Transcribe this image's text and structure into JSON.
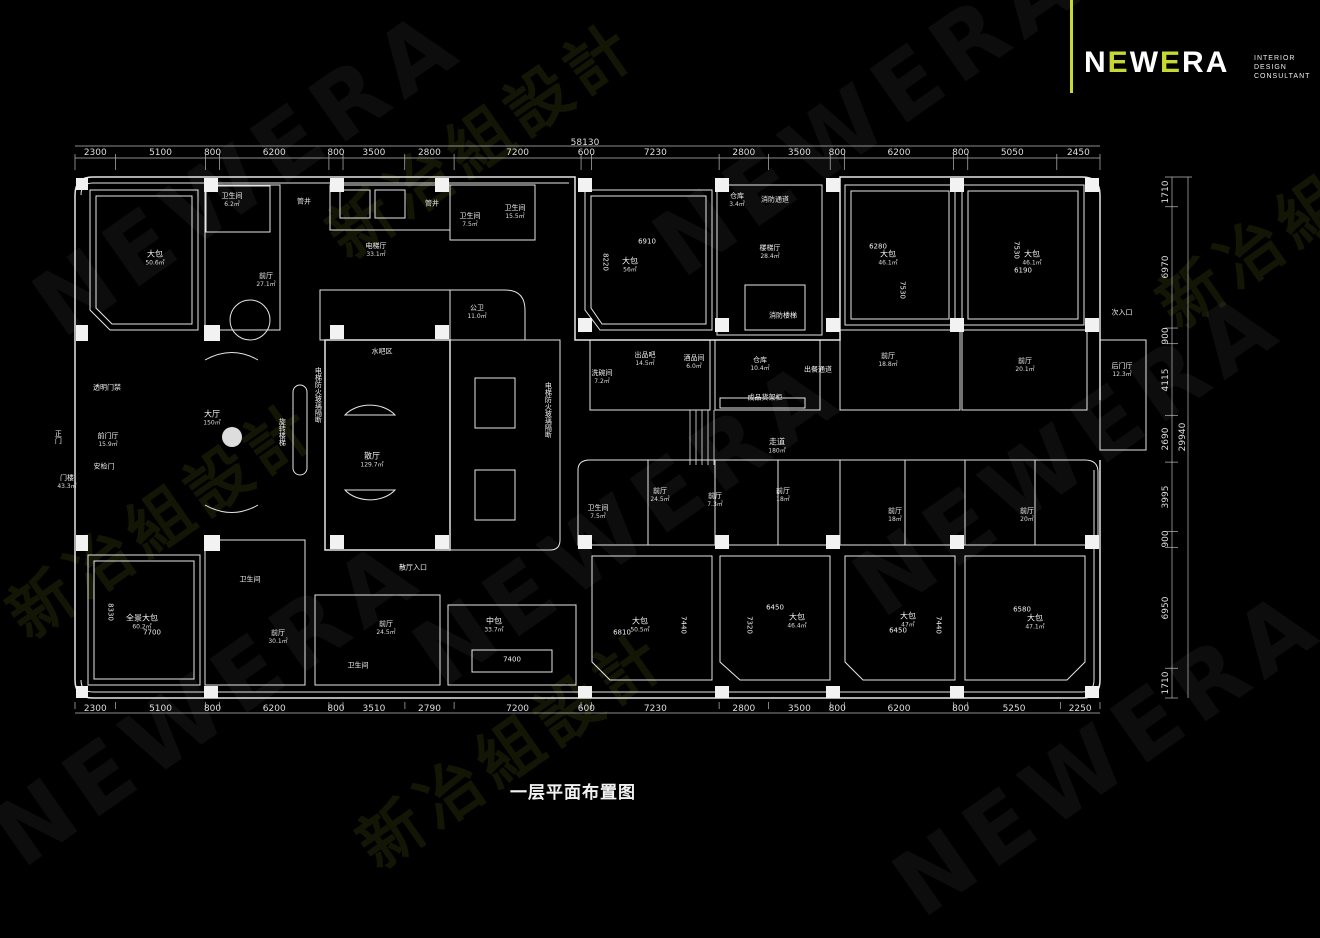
{
  "logo": {
    "brand": "NEWERA",
    "tagline": [
      "INTERIOR",
      "DESIGN",
      "CONSULTANT"
    ]
  },
  "watermark": {
    "cn": "新冶組設計",
    "en": "NEWERA",
    "sub": "INTERIOR DESIGN CONSULTANT"
  },
  "title": "一层平面布置图",
  "dimensions": {
    "total_width": "58130",
    "total_height": "29940",
    "top": [
      "2300",
      "5100",
      "800",
      "6200",
      "800",
      "3500",
      "2800",
      "7200",
      "600",
      "7230",
      "2800",
      "3500",
      "800",
      "6200",
      "800",
      "5050",
      "2450"
    ],
    "bottom": [
      "2300",
      "5100",
      "800",
      "6200",
      "800",
      "3510",
      "2790",
      "7200",
      "600",
      "7230",
      "2800",
      "3500",
      "800",
      "6200",
      "800",
      "5250",
      "2250"
    ],
    "right": [
      "1710",
      "6970",
      "900",
      "4115",
      "2690",
      "3995",
      "900",
      "6950",
      "1710"
    ]
  },
  "rooms": {
    "vip_nw": {
      "name": "大包",
      "area": "50.6㎡"
    },
    "wc_nw": {
      "name": "卫生间",
      "area": "6.2㎡"
    },
    "foyer_nw": {
      "name": "前厅",
      "area": "27.1㎡"
    },
    "shaft1": {
      "name": "管井"
    },
    "shaft2": {
      "name": "管井"
    },
    "elevator_hall": {
      "name": "电梯厅",
      "area": "33.1㎡"
    },
    "wc_n1": {
      "name": "卫生间",
      "area": "7.5㎡"
    },
    "wc_n2": {
      "name": "卫生间",
      "area": "15.5㎡"
    },
    "vip_n": {
      "name": "大包",
      "area": "56㎡",
      "w": "6910",
      "d": "8220"
    },
    "store_small": {
      "name": "仓库",
      "area": "3.4㎡"
    },
    "fire_passage": {
      "name": "消防通道"
    },
    "stair_hall": {
      "name": "楼梯厅",
      "area": "28.4㎡"
    },
    "fire_stair": {
      "name": "消防楼梯"
    },
    "vip_ne1": {
      "name": "大包",
      "area": "46.1㎡",
      "w": "6280",
      "d": "7530"
    },
    "vip_ne2": {
      "name": "大包",
      "area": "46.1㎡",
      "w": "6190",
      "d": "7530"
    },
    "public_wc": {
      "name": "公卫",
      "area": "11.0㎡"
    },
    "water_bar": {
      "name": "水吧区"
    },
    "glass_partition": {
      "name": "电梯防火玻璃隔断"
    },
    "lobby": {
      "name": "大厅",
      "area": "150㎡"
    },
    "front_hall": {
      "name": "前门厅",
      "area": "15.9㎡"
    },
    "clear_door": {
      "name": "透明门禁"
    },
    "security_door": {
      "name": "安检门"
    },
    "gatehouse": {
      "name": "门楼",
      "area": "43.3㎡"
    },
    "main_entry": {
      "name": "正门"
    },
    "spiral_stair": {
      "name": "旋转楼梯"
    },
    "dining_hall": {
      "name": "散厅",
      "area": "129.7㎡"
    },
    "hall_entry": {
      "name": "散厅入口"
    },
    "dishwash": {
      "name": "洗碗间",
      "area": "7.2㎡"
    },
    "serving_bar": {
      "name": "出品吧",
      "area": "14.5㎡"
    },
    "wine_room": {
      "name": "酒品间",
      "area": "6.0㎡"
    },
    "store": {
      "name": "仓库",
      "area": "10.4㎡"
    },
    "serving_passage": {
      "name": "出餐通道"
    },
    "shelf": {
      "name": "成品货架柜"
    },
    "corridor": {
      "name": "走道",
      "area": "180㎡"
    },
    "rear_hall": {
      "name": "后门厅",
      "area": "12.3㎡"
    },
    "secondary_entry": {
      "name": "次入口"
    },
    "foyer_c1": {
      "name": "前厅",
      "area": "24.5㎡"
    },
    "wc_c1": {
      "name": "卫生间",
      "area": "7.5㎡"
    },
    "foyer_c2": {
      "name": "前厅",
      "area": "7.3㎡"
    },
    "foyer_c3": {
      "name": "前厅",
      "area": "18㎡"
    },
    "foyer_c4": {
      "name": "前厅",
      "area": "20㎡"
    },
    "foyer_ne1": {
      "name": "前厅",
      "area": "18.8㎡"
    },
    "foyer_ne2": {
      "name": "前厅",
      "area": "20.1㎡"
    },
    "vip_sw": {
      "name": "全景大包",
      "area": "60.2㎡",
      "w": "7700",
      "d": "8330"
    },
    "foyer_sw": {
      "name": "前厅",
      "area": "30.1㎡"
    },
    "wc_sw": {
      "name": "卫生间"
    },
    "foyer_s": {
      "name": "前厅",
      "area": "24.5㎡"
    },
    "wc_s": {
      "name": "卫生间"
    },
    "mid_room": {
      "name": "中包",
      "area": "33.7㎡",
      "w": "7400"
    },
    "vip_s1": {
      "name": "大包",
      "area": "50.5㎡",
      "w": "6810",
      "d": "7440"
    },
    "vip_s2": {
      "name": "大包",
      "area": "46.4㎡",
      "w": "6450",
      "d": "7320"
    },
    "vip_s3": {
      "name": "大包",
      "area": "47㎡",
      "w": "6450",
      "d": "7440"
    },
    "vip_s4": {
      "name": "大包",
      "area": "47.1㎡",
      "w": "6580"
    }
  }
}
